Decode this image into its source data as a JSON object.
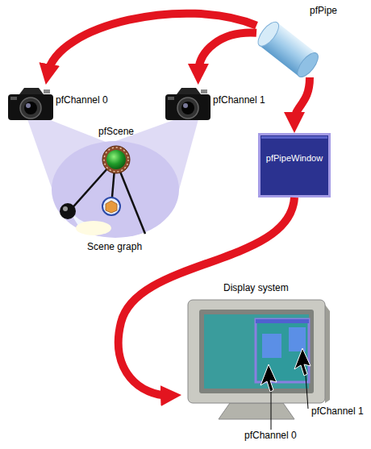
{
  "diagram": {
    "nodes": [
      {
        "text": [
          "pfPipe"
        ]
      },
      {
        "text": [
          "pfChannel 0"
        ]
      },
      {
        "text": [
          "pfChannel 1"
        ]
      },
      {
        "text": [
          "Scene graph"
        ]
      },
      {
        "text": [
          "pfScene"
        ],
        "in": 3
      },
      {
        "text": [
          "pfPipeWindow"
        ]
      },
      {
        "text": [
          "Display system"
        ]
      }
    ],
    "edges": [
      {
        "from": 0,
        "to": 1,
        "arrow": "to"
      },
      {
        "from": 0,
        "to": 2,
        "arrow": "to"
      },
      {
        "from": 0,
        "to": 5,
        "arrow": "to"
      },
      {
        "from": 5,
        "to": 6,
        "arrow": "to"
      }
    ],
    "labels": [
      "pfChannel 0",
      "pfChannel 1"
    ]
  }
}
